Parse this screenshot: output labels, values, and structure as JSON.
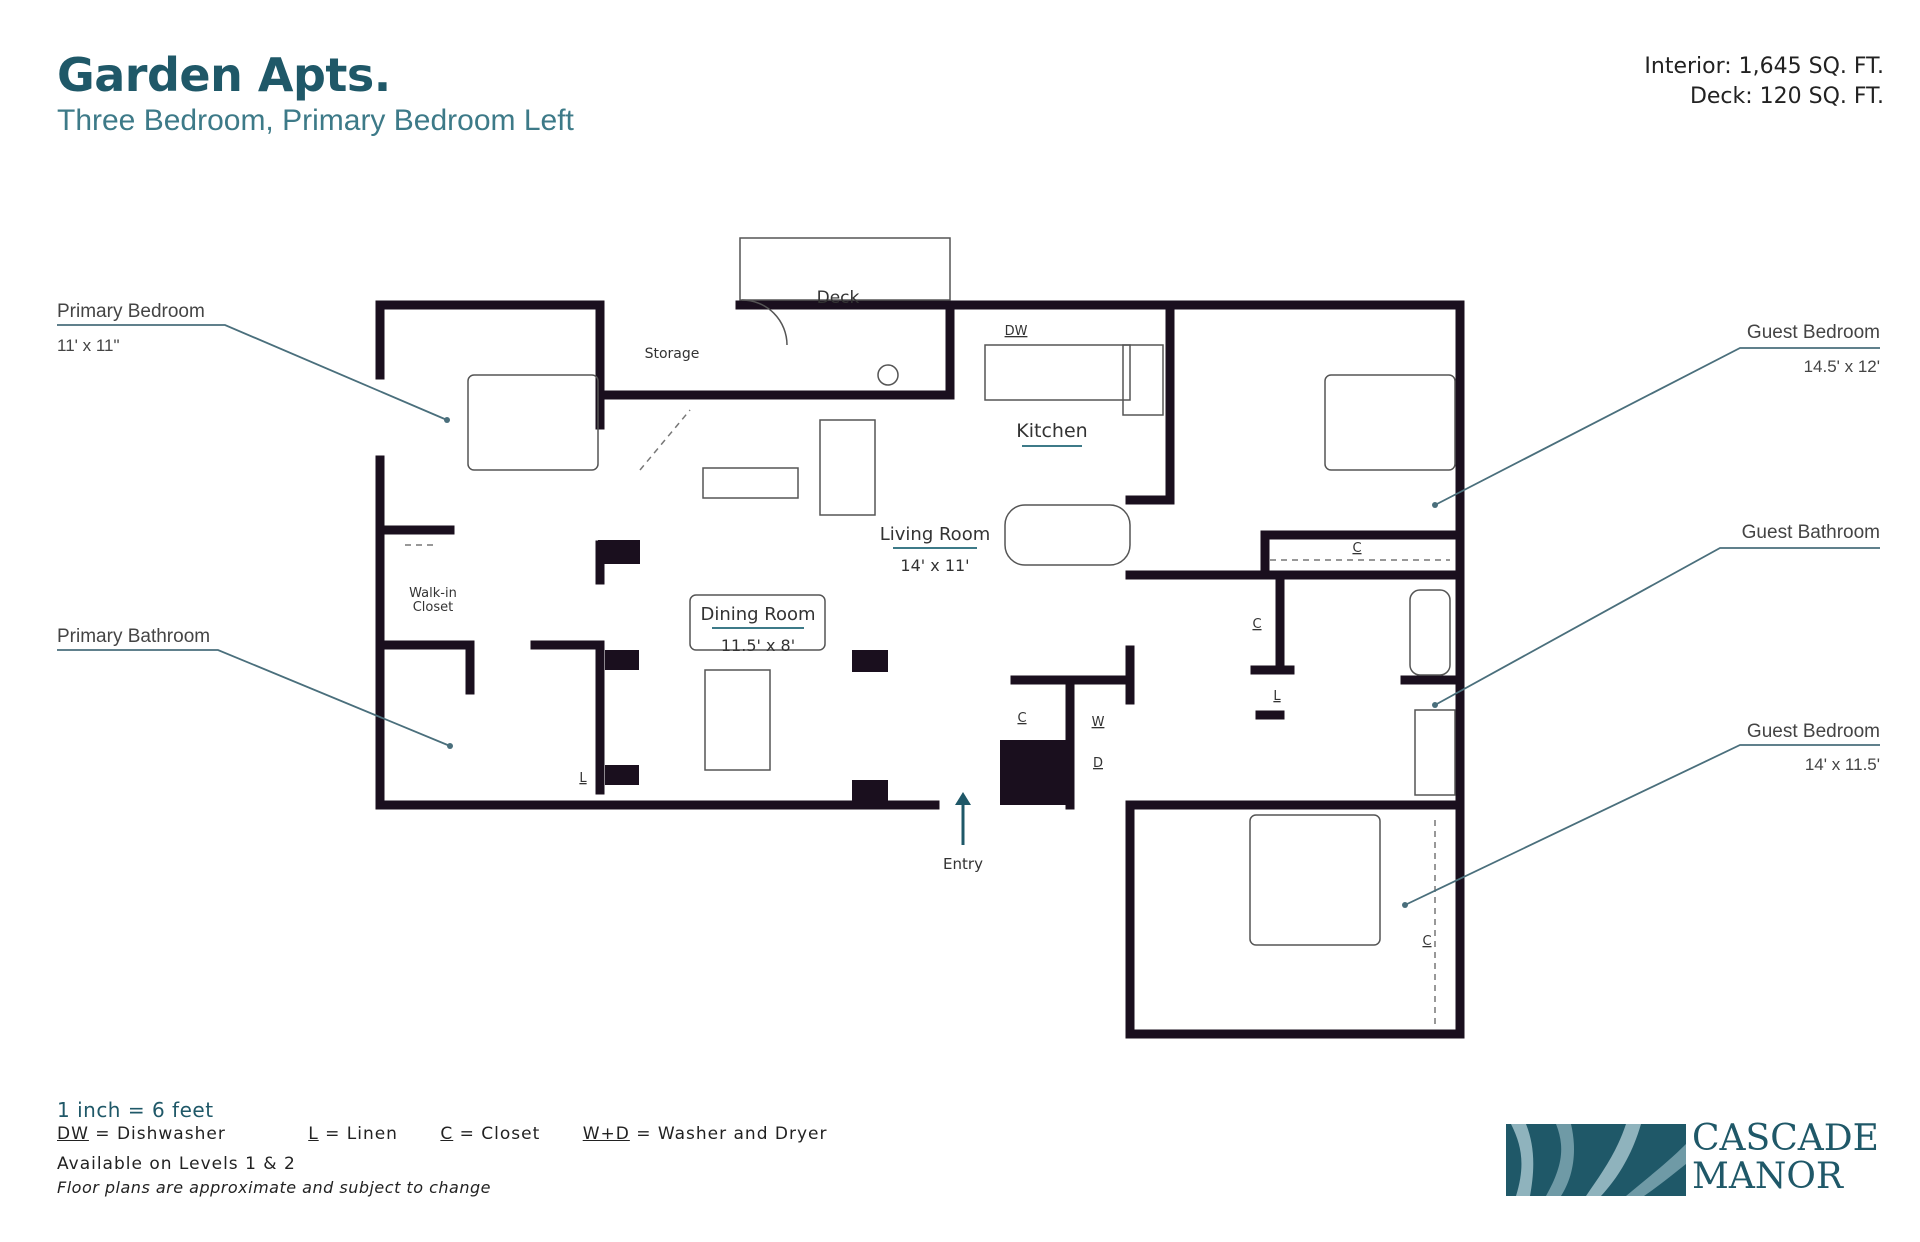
{
  "header": {
    "title": "Garden Apts.",
    "subtitle": "Three Bedroom, Primary Bedroom Left",
    "interior": "Interior: 1,645 SQ. FT.",
    "deck": "Deck: 120 SQ. FT."
  },
  "rooms": {
    "deck": "Deck",
    "storage": "Storage",
    "dw": "DW",
    "kitchen": "Kitchen",
    "living": "Living Room",
    "living_dim": "14' x 11'",
    "dining": "Dining Room",
    "dining_dim": "11.5' x 8'",
    "walkin_1": "Walk-in",
    "walkin_2": "Closet",
    "entry": "Entry",
    "c": "C",
    "l": "L",
    "w": "W",
    "d": "D"
  },
  "callouts": {
    "primary_bedroom": "Primary Bedroom",
    "primary_bedroom_dim": "11' x 11\"",
    "primary_bathroom": "Primary Bathroom",
    "guest_bedroom_1": "Guest Bedroom",
    "guest_bedroom_1_dim": "14.5' x 12'",
    "guest_bathroom": "Guest Bathroom",
    "guest_bedroom_2": "Guest Bedroom",
    "guest_bedroom_2_dim": "14' x 11.5'"
  },
  "legend": {
    "scale": "1 inch = 6 feet",
    "dw_key": "DW",
    "dw_text": " = Dishwasher",
    "l_key": "L",
    "l_text": " = Linen",
    "c_key": "C",
    "c_text": " = Closet",
    "wd_key": "W+D",
    "wd_text": " = Washer and Dryer",
    "levels": "Available on Levels 1 & 2",
    "note": "Floor plans are approximate and subject to change"
  },
  "brand": {
    "line1": "CASCADE",
    "line2": "MANOR"
  },
  "colors": {
    "brand": "#1f5868",
    "accent": "#3d7a88",
    "wall": "#1a0f1e",
    "leader": "#4a6f7c"
  }
}
